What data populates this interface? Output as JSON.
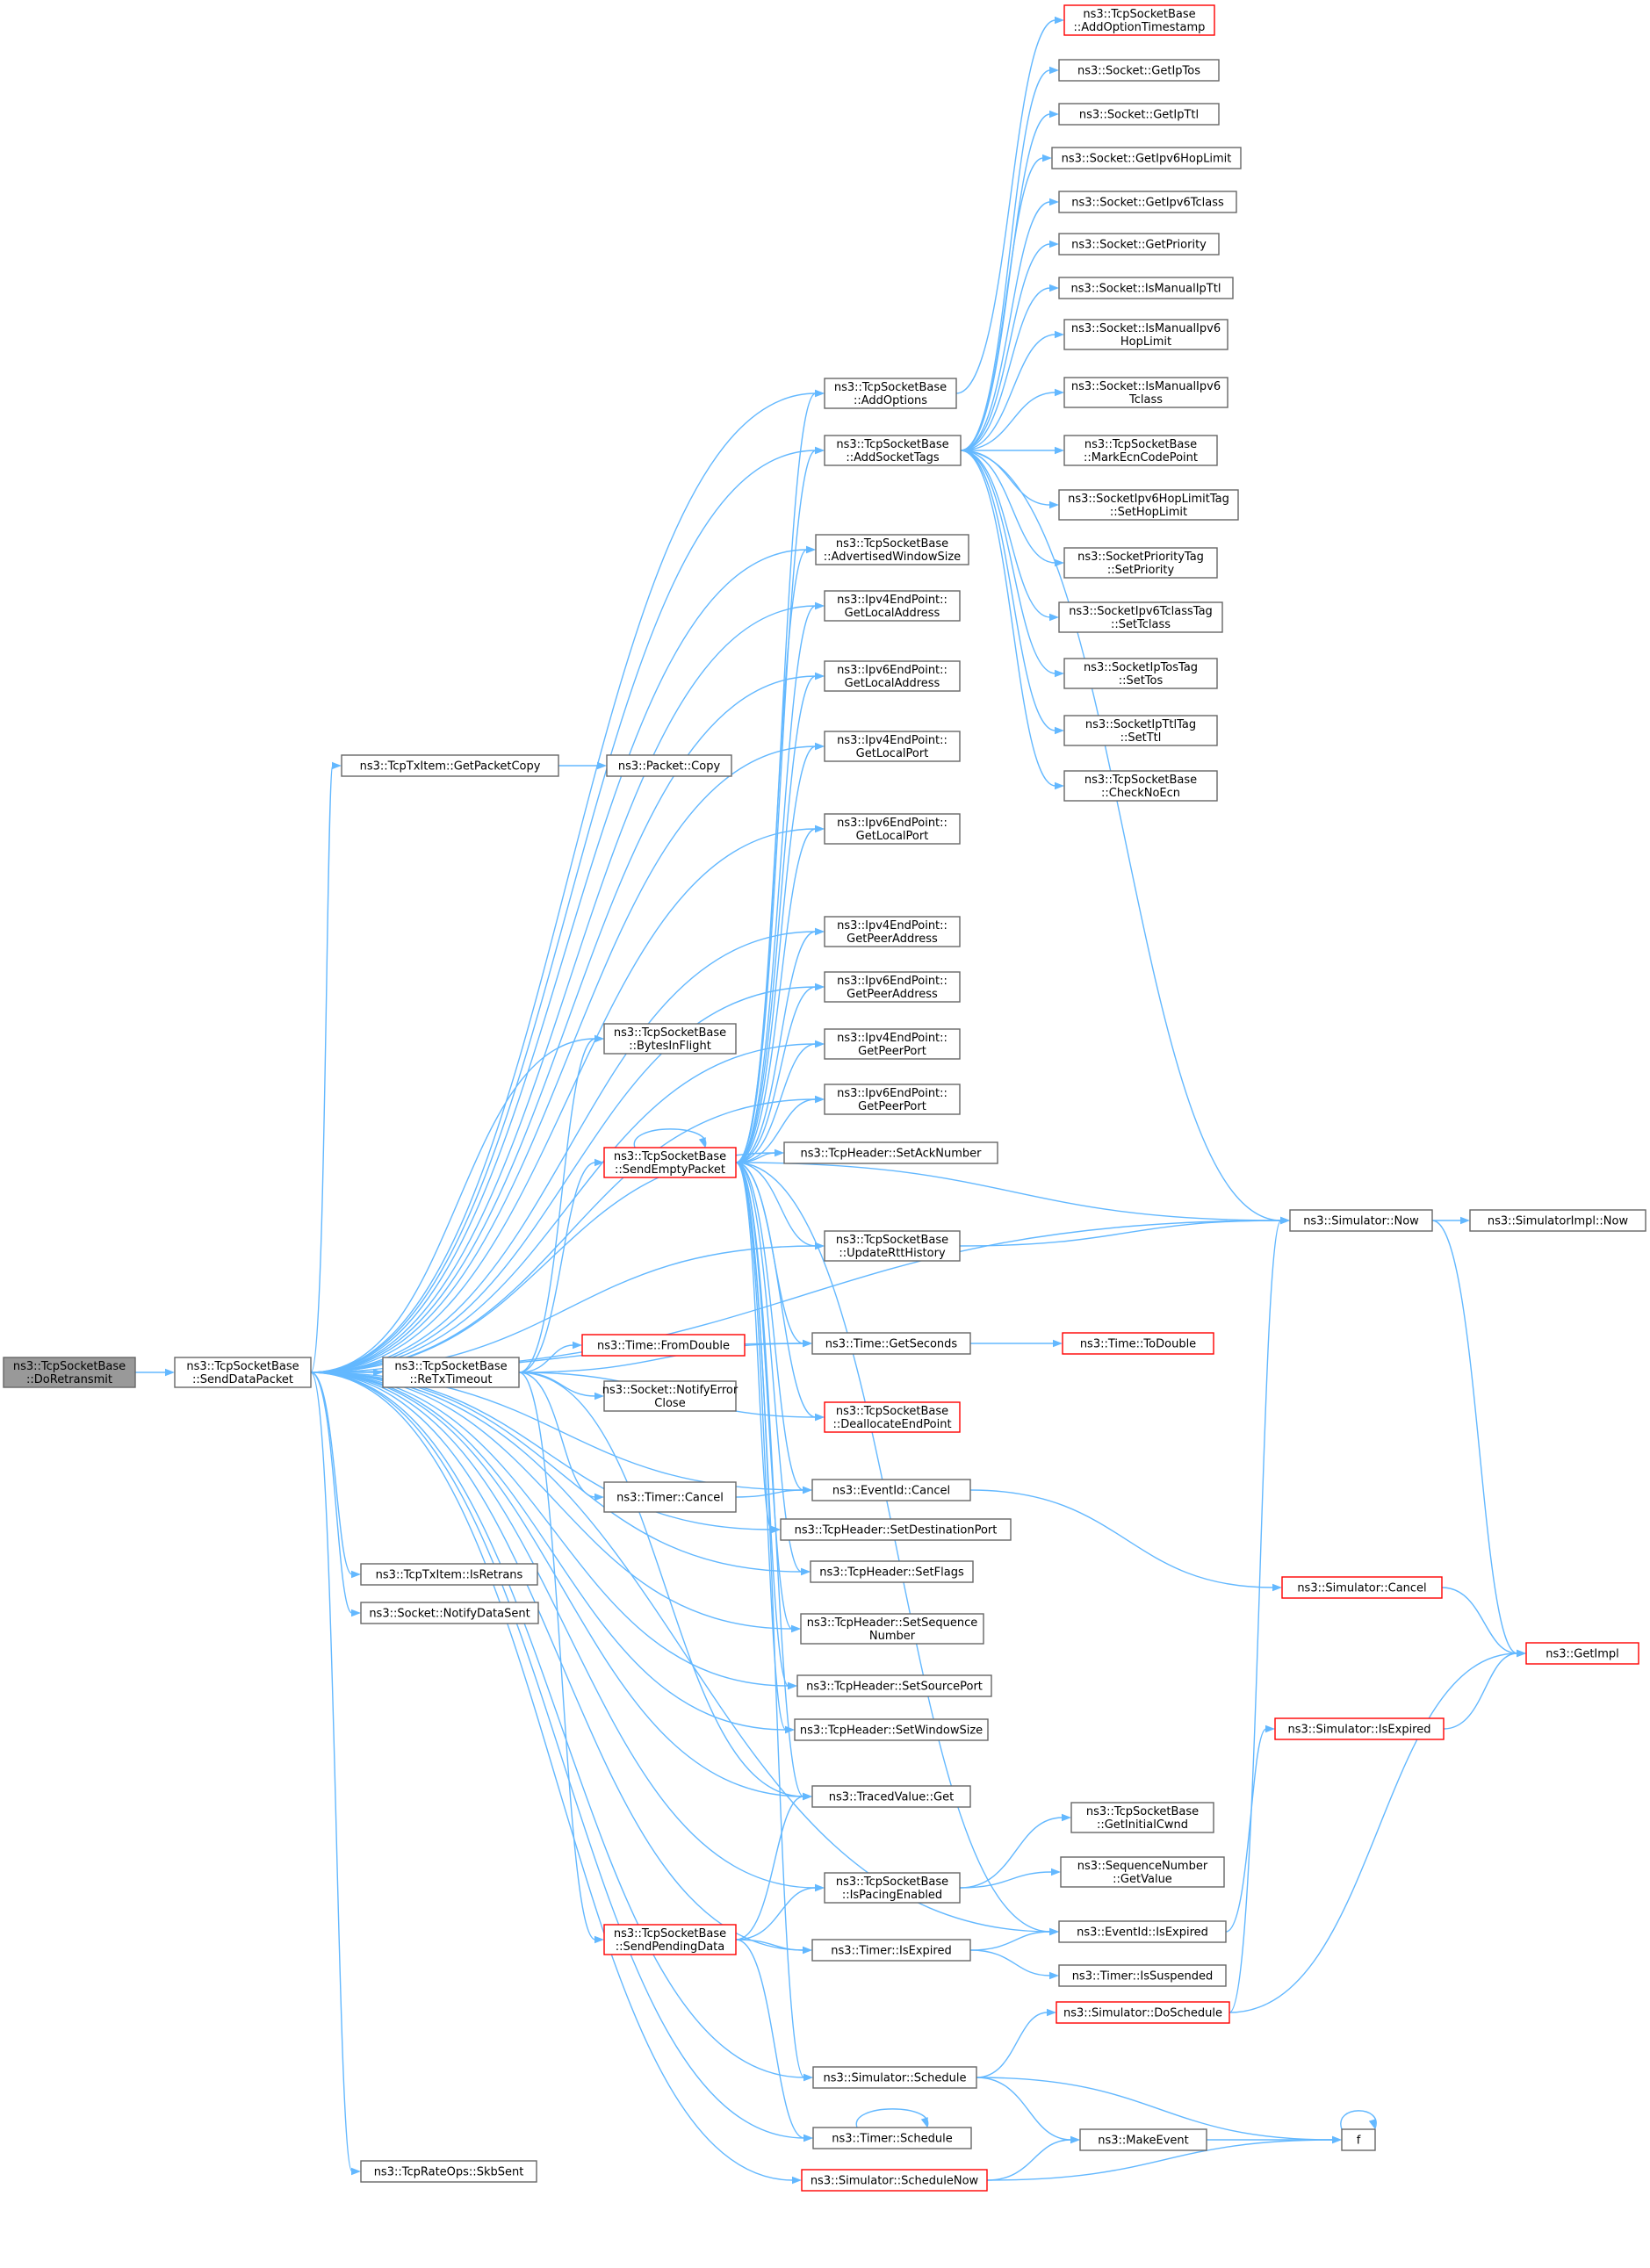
{
  "colors": {
    "edge": "#63b8ff",
    "node_border": "#666666",
    "node_fill": "#ffffff",
    "truncated_border": "#ff0000",
    "root_fill": "#999999",
    "text": "#000000"
  },
  "nodes": [
    {
      "id": "root",
      "lines": [
        "ns3::TcpSocketBase",
        "::DoRetransmit"
      ],
      "style": "root"
    },
    {
      "id": "sdp",
      "lines": [
        "ns3::TcpSocketBase",
        "::SendDataPacket"
      ],
      "style": "normal"
    },
    {
      "id": "rtx",
      "lines": [
        "ns3::TcpSocketBase",
        "::ReTxTimeout"
      ],
      "style": "normal"
    },
    {
      "id": "sep",
      "lines": [
        "ns3::TcpSocketBase",
        "::SendEmptyPacket"
      ],
      "style": "truncated"
    },
    {
      "id": "spd",
      "lines": [
        "ns3::TcpSocketBase",
        "::SendPendingData"
      ],
      "style": "truncated"
    },
    {
      "id": "gpc",
      "lines": [
        "ns3::TcpTxItem::GetPacketCopy"
      ],
      "style": "normal"
    },
    {
      "id": "pcopy",
      "lines": [
        "ns3::Packet::Copy"
      ],
      "style": "normal"
    },
    {
      "id": "bif",
      "lines": [
        "ns3::TcpSocketBase",
        "::BytesInFlight"
      ],
      "style": "normal"
    },
    {
      "id": "isretrans",
      "lines": [
        "ns3::TcpTxItem::IsRetrans"
      ],
      "style": "normal"
    },
    {
      "id": "nds",
      "lines": [
        "ns3::Socket::NotifyDataSent"
      ],
      "style": "normal"
    },
    {
      "id": "skbsent",
      "lines": [
        "ns3::TcpRateOps::SkbSent"
      ],
      "style": "normal"
    },
    {
      "id": "fromdouble",
      "lines": [
        "ns3::Time::FromDouble"
      ],
      "style": "truncated"
    },
    {
      "id": "nec",
      "lines": [
        "ns3::Socket::NotifyError",
        "Close"
      ],
      "style": "normal"
    },
    {
      "id": "tcancel",
      "lines": [
        "ns3::Timer::Cancel"
      ],
      "style": "normal"
    },
    {
      "id": "addopt",
      "lines": [
        "ns3::TcpSocketBase",
        "::AddOptions"
      ],
      "style": "normal"
    },
    {
      "id": "addtags",
      "lines": [
        "ns3::TcpSocketBase",
        "::AddSocketTags"
      ],
      "style": "normal"
    },
    {
      "id": "aws",
      "lines": [
        "ns3::TcpSocketBase",
        "::AdvertisedWindowSize"
      ],
      "style": "normal"
    },
    {
      "id": "v4la",
      "lines": [
        "ns3::Ipv4EndPoint::",
        "GetLocalAddress"
      ],
      "style": "normal"
    },
    {
      "id": "v6la",
      "lines": [
        "ns3::Ipv6EndPoint::",
        "GetLocalAddress"
      ],
      "style": "normal"
    },
    {
      "id": "v4lp",
      "lines": [
        "ns3::Ipv4EndPoint::",
        "GetLocalPort"
      ],
      "style": "normal"
    },
    {
      "id": "v6lp",
      "lines": [
        "ns3::Ipv6EndPoint::",
        "GetLocalPort"
      ],
      "style": "normal"
    },
    {
      "id": "v4pa",
      "lines": [
        "ns3::Ipv4EndPoint::",
        "GetPeerAddress"
      ],
      "style": "normal"
    },
    {
      "id": "v6pa",
      "lines": [
        "ns3::Ipv6EndPoint::",
        "GetPeerAddress"
      ],
      "style": "normal"
    },
    {
      "id": "v4pp",
      "lines": [
        "ns3::Ipv4EndPoint::",
        "GetPeerPort"
      ],
      "style": "normal"
    },
    {
      "id": "v6pp",
      "lines": [
        "ns3::Ipv6EndPoint::",
        "GetPeerPort"
      ],
      "style": "normal"
    },
    {
      "id": "setack",
      "lines": [
        "ns3::TcpHeader::SetAckNumber"
      ],
      "style": "normal"
    },
    {
      "id": "urh",
      "lines": [
        "ns3::TcpSocketBase",
        "::UpdateRttHistory"
      ],
      "style": "normal"
    },
    {
      "id": "getsec",
      "lines": [
        "ns3::Time::GetSeconds"
      ],
      "style": "normal"
    },
    {
      "id": "dealloc",
      "lines": [
        "ns3::TcpSocketBase",
        "::DeallocateEndPoint"
      ],
      "style": "truncated"
    },
    {
      "id": "eidcancel",
      "lines": [
        "ns3::EventId::Cancel"
      ],
      "style": "normal"
    },
    {
      "id": "setdst",
      "lines": [
        "ns3::TcpHeader::SetDestinationPort"
      ],
      "style": "normal"
    },
    {
      "id": "setflags",
      "lines": [
        "ns3::TcpHeader::SetFlags"
      ],
      "style": "normal"
    },
    {
      "id": "setseq",
      "lines": [
        "ns3::TcpHeader::SetSequence",
        "Number"
      ],
      "style": "normal"
    },
    {
      "id": "setsrc",
      "lines": [
        "ns3::TcpHeader::SetSourcePort"
      ],
      "style": "normal"
    },
    {
      "id": "setwin",
      "lines": [
        "ns3::TcpHeader::SetWindowSize"
      ],
      "style": "normal"
    },
    {
      "id": "tvget",
      "lines": [
        "ns3::TracedValue::Get"
      ],
      "style": "normal"
    },
    {
      "id": "ispacing",
      "lines": [
        "ns3::TcpSocketBase",
        "::IsPacingEnabled"
      ],
      "style": "normal"
    },
    {
      "id": "timerexp",
      "lines": [
        "ns3::Timer::IsExpired"
      ],
      "style": "normal"
    },
    {
      "id": "simsched",
      "lines": [
        "ns3::Simulator::Schedule"
      ],
      "style": "normal"
    },
    {
      "id": "timersched",
      "lines": [
        "ns3::Timer::Schedule"
      ],
      "style": "normal"
    },
    {
      "id": "schednow",
      "lines": [
        "ns3::Simulator::ScheduleNow"
      ],
      "style": "truncated"
    },
    {
      "id": "aots",
      "lines": [
        "ns3::TcpSocketBase",
        "::AddOptionTimestamp"
      ],
      "style": "truncated"
    },
    {
      "id": "gettos",
      "lines": [
        "ns3::Socket::GetIpTos"
      ],
      "style": "normal"
    },
    {
      "id": "getttl",
      "lines": [
        "ns3::Socket::GetIpTtl"
      ],
      "style": "normal"
    },
    {
      "id": "getv6hl",
      "lines": [
        "ns3::Socket::GetIpv6HopLimit"
      ],
      "style": "normal"
    },
    {
      "id": "getv6tc",
      "lines": [
        "ns3::Socket::GetIpv6Tclass"
      ],
      "style": "normal"
    },
    {
      "id": "getprio",
      "lines": [
        "ns3::Socket::GetPriority"
      ],
      "style": "normal"
    },
    {
      "id": "ismttl",
      "lines": [
        "ns3::Socket::IsManualIpTtl"
      ],
      "style": "normal"
    },
    {
      "id": "ismv6hl",
      "lines": [
        "ns3::Socket::IsManualIpv6",
        "HopLimit"
      ],
      "style": "normal"
    },
    {
      "id": "ismv6tc",
      "lines": [
        "ns3::Socket::IsManualIpv6",
        "Tclass"
      ],
      "style": "normal"
    },
    {
      "id": "markecn",
      "lines": [
        "ns3::TcpSocketBase",
        "::MarkEcnCodePoint"
      ],
      "style": "normal"
    },
    {
      "id": "sethl",
      "lines": [
        "ns3::SocketIpv6HopLimitTag",
        "::SetHopLimit"
      ],
      "style": "normal"
    },
    {
      "id": "setprio",
      "lines": [
        "ns3::SocketPriorityTag",
        "::SetPriority"
      ],
      "style": "normal"
    },
    {
      "id": "settc",
      "lines": [
        "ns3::SocketIpv6TclassTag",
        "::SetTclass"
      ],
      "style": "normal"
    },
    {
      "id": "settos",
      "lines": [
        "ns3::SocketIpTosTag",
        "::SetTos"
      ],
      "style": "normal"
    },
    {
      "id": "setttl",
      "lines": [
        "ns3::SocketIpTtlTag",
        "::SetTtl"
      ],
      "style": "normal"
    },
    {
      "id": "checknoecn",
      "lines": [
        "ns3::TcpSocketBase",
        "::CheckNoEcn"
      ],
      "style": "normal"
    },
    {
      "id": "simnow",
      "lines": [
        "ns3::Simulator::Now"
      ],
      "style": "normal"
    },
    {
      "id": "implnow",
      "lines": [
        "ns3::SimulatorImpl::Now"
      ],
      "style": "normal"
    },
    {
      "id": "todouble",
      "lines": [
        "ns3::Time::ToDouble"
      ],
      "style": "truncated"
    },
    {
      "id": "simcancel",
      "lines": [
        "ns3::Simulator::Cancel"
      ],
      "style": "truncated"
    },
    {
      "id": "getimpl",
      "lines": [
        "ns3::GetImpl"
      ],
      "style": "truncated"
    },
    {
      "id": "simisexp",
      "lines": [
        "ns3::Simulator::IsExpired"
      ],
      "style": "truncated"
    },
    {
      "id": "initcwnd",
      "lines": [
        "ns3::TcpSocketBase",
        "::GetInitialCwnd"
      ],
      "style": "normal"
    },
    {
      "id": "seqval",
      "lines": [
        "ns3::SequenceNumber",
        "::GetValue"
      ],
      "style": "normal"
    },
    {
      "id": "eidexp",
      "lines": [
        "ns3::EventId::IsExpired"
      ],
      "style": "normal"
    },
    {
      "id": "issusp",
      "lines": [
        "ns3::Timer::IsSuspended"
      ],
      "style": "normal"
    },
    {
      "id": "dosched",
      "lines": [
        "ns3::Simulator::DoSchedule"
      ],
      "style": "truncated"
    },
    {
      "id": "makeevent",
      "lines": [
        "ns3::MakeEvent"
      ],
      "style": "normal"
    },
    {
      "id": "f",
      "lines": [
        "f"
      ],
      "style": "normal"
    }
  ],
  "edges": [
    [
      "root",
      "sdp"
    ],
    [
      "sdp",
      "gpc"
    ],
    [
      "gpc",
      "pcopy"
    ],
    [
      "sdp",
      "rtx"
    ],
    [
      "sdp",
      "addopt"
    ],
    [
      "sdp",
      "addtags"
    ],
    [
      "sdp",
      "aws"
    ],
    [
      "sdp",
      "v4la"
    ],
    [
      "sdp",
      "v6la"
    ],
    [
      "sdp",
      "v4lp"
    ],
    [
      "sdp",
      "v6lp"
    ],
    [
      "sdp",
      "v4pa"
    ],
    [
      "sdp",
      "v6pa"
    ],
    [
      "sdp",
      "v4pp"
    ],
    [
      "sdp",
      "v6pp"
    ],
    [
      "sdp",
      "setack"
    ],
    [
      "sdp",
      "bif"
    ],
    [
      "sdp",
      "urh"
    ],
    [
      "sdp",
      "getsec"
    ],
    [
      "sdp",
      "eidcancel"
    ],
    [
      "sdp",
      "setdst"
    ],
    [
      "sdp",
      "setflags"
    ],
    [
      "sdp",
      "setseq"
    ],
    [
      "sdp",
      "setsrc"
    ],
    [
      "sdp",
      "setwin"
    ],
    [
      "sdp",
      "tvget"
    ],
    [
      "sdp",
      "ispacing"
    ],
    [
      "sdp",
      "timerexp"
    ],
    [
      "sdp",
      "eidexp"
    ],
    [
      "sdp",
      "simsched"
    ],
    [
      "sdp",
      "timersched"
    ],
    [
      "sdp",
      "schednow"
    ],
    [
      "sdp",
      "isretrans"
    ],
    [
      "sdp",
      "nds"
    ],
    [
      "sdp",
      "skbsent"
    ],
    [
      "sdp",
      "simnow"
    ],
    [
      "rtx",
      "bif"
    ],
    [
      "rtx",
      "sep"
    ],
    [
      "rtx",
      "fromdouble"
    ],
    [
      "rtx",
      "nec"
    ],
    [
      "rtx",
      "dealloc"
    ],
    [
      "rtx",
      "tcancel"
    ],
    [
      "rtx",
      "spd"
    ],
    [
      "rtx",
      "getsec"
    ],
    [
      "rtx",
      "tvget"
    ],
    [
      "tcancel",
      "eidcancel"
    ],
    [
      "sep",
      "sep"
    ],
    [
      "sep",
      "addopt"
    ],
    [
      "sep",
      "addtags"
    ],
    [
      "sep",
      "aws"
    ],
    [
      "sep",
      "v4la"
    ],
    [
      "sep",
      "v6la"
    ],
    [
      "sep",
      "v4lp"
    ],
    [
      "sep",
      "v6lp"
    ],
    [
      "sep",
      "v4pa"
    ],
    [
      "sep",
      "v6pa"
    ],
    [
      "sep",
      "v4pp"
    ],
    [
      "sep",
      "v6pp"
    ],
    [
      "sep",
      "setack"
    ],
    [
      "sep",
      "simnow"
    ],
    [
      "sep",
      "urh"
    ],
    [
      "sep",
      "getsec"
    ],
    [
      "sep",
      "dealloc"
    ],
    [
      "sep",
      "eidcancel"
    ],
    [
      "sep",
      "setdst"
    ],
    [
      "sep",
      "setflags"
    ],
    [
      "sep",
      "setseq"
    ],
    [
      "sep",
      "setsrc"
    ],
    [
      "sep",
      "setwin"
    ],
    [
      "sep",
      "tvget"
    ],
    [
      "sep",
      "eidexp"
    ],
    [
      "sep",
      "simsched"
    ],
    [
      "spd",
      "tvget"
    ],
    [
      "spd",
      "ispacing"
    ],
    [
      "spd",
      "timerexp"
    ],
    [
      "spd",
      "timersched"
    ],
    [
      "addopt",
      "aots"
    ],
    [
      "addtags",
      "gettos"
    ],
    [
      "addtags",
      "getttl"
    ],
    [
      "addtags",
      "getv6hl"
    ],
    [
      "addtags",
      "getv6tc"
    ],
    [
      "addtags",
      "getprio"
    ],
    [
      "addtags",
      "ismttl"
    ],
    [
      "addtags",
      "ismv6hl"
    ],
    [
      "addtags",
      "ismv6tc"
    ],
    [
      "addtags",
      "markecn"
    ],
    [
      "addtags",
      "sethl"
    ],
    [
      "addtags",
      "setprio"
    ],
    [
      "addtags",
      "settc"
    ],
    [
      "addtags",
      "settos"
    ],
    [
      "addtags",
      "setttl"
    ],
    [
      "addtags",
      "checknoecn"
    ],
    [
      "addtags",
      "simnow"
    ],
    [
      "urh",
      "simnow"
    ],
    [
      "simnow",
      "implnow"
    ],
    [
      "simnow",
      "getimpl"
    ],
    [
      "getsec",
      "todouble"
    ],
    [
      "eidcancel",
      "simcancel"
    ],
    [
      "simcancel",
      "getimpl"
    ],
    [
      "simisexp",
      "getimpl"
    ],
    [
      "ispacing",
      "initcwnd"
    ],
    [
      "ispacing",
      "seqval"
    ],
    [
      "eidexp",
      "simisexp"
    ],
    [
      "timerexp",
      "eidexp"
    ],
    [
      "timerexp",
      "issusp"
    ],
    [
      "dosched",
      "simnow"
    ],
    [
      "dosched",
      "getimpl"
    ],
    [
      "simsched",
      "dosched"
    ],
    [
      "simsched",
      "makeevent"
    ],
    [
      "simsched",
      "f"
    ],
    [
      "timersched",
      "timersched"
    ],
    [
      "schednow",
      "makeevent"
    ],
    [
      "schednow",
      "f"
    ],
    [
      "makeevent",
      "f"
    ],
    [
      "f",
      "f"
    ]
  ]
}
